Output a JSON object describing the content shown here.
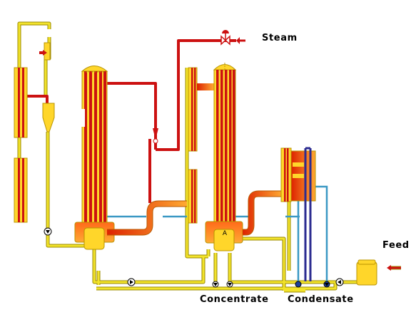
{
  "labels": {
    "steam": "Steam",
    "feed": "Feed",
    "concentrate": "Concentrate",
    "condensate": "Condensate",
    "separator_mark": "A"
  },
  "colors": {
    "vessel_fill": "#ffd62a",
    "vessel_edge": "#b89400",
    "steam_tube": "#cc1111",
    "liquid_pipe": "#f2e32a",
    "pipe_edge": "#9a8a00",
    "cold_water": "#3a98c4",
    "cooling_tube": "#2b2b90",
    "hot_gradient_start": "#dd2200",
    "hot_gradient_end": "#ffaa33"
  },
  "components": [
    "first-effect-evaporator",
    "second-effect-evaporator",
    "cyclone-separator",
    "preheater",
    "condenser",
    "feed-tank",
    "steam-control-valve",
    "circulation-pumps"
  ]
}
